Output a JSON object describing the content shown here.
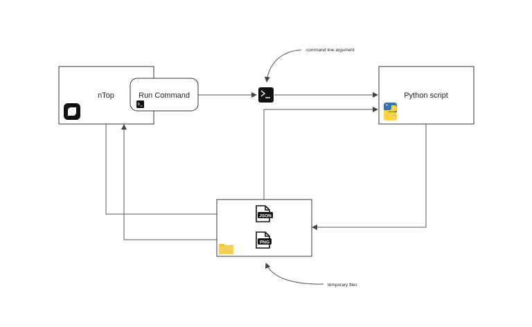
{
  "diagram": {
    "nodes": {
      "ntop": {
        "label": "nTop",
        "icon": "ntop-logo-icon"
      },
      "run_command": {
        "label": "Run Command",
        "icon": "terminal-icon"
      },
      "terminal": {
        "icon": "terminal-icon"
      },
      "python": {
        "label": "Python script",
        "icon": "python-logo-icon"
      },
      "temp_files": {
        "icon": "folder-icon",
        "files": [
          {
            "label": "JSON",
            "icon": "json-file-icon"
          },
          {
            "label": "PNG",
            "icon": "png-file-icon"
          }
        ]
      }
    },
    "annotations": {
      "cli_arg": "command line argument",
      "temp_files": "temporary files"
    }
  },
  "colors": {
    "stroke": "#333333",
    "icon_dark": "#111111",
    "folder": "#f7d154",
    "python_blue": "#3776ab",
    "python_yellow": "#ffd43b"
  }
}
